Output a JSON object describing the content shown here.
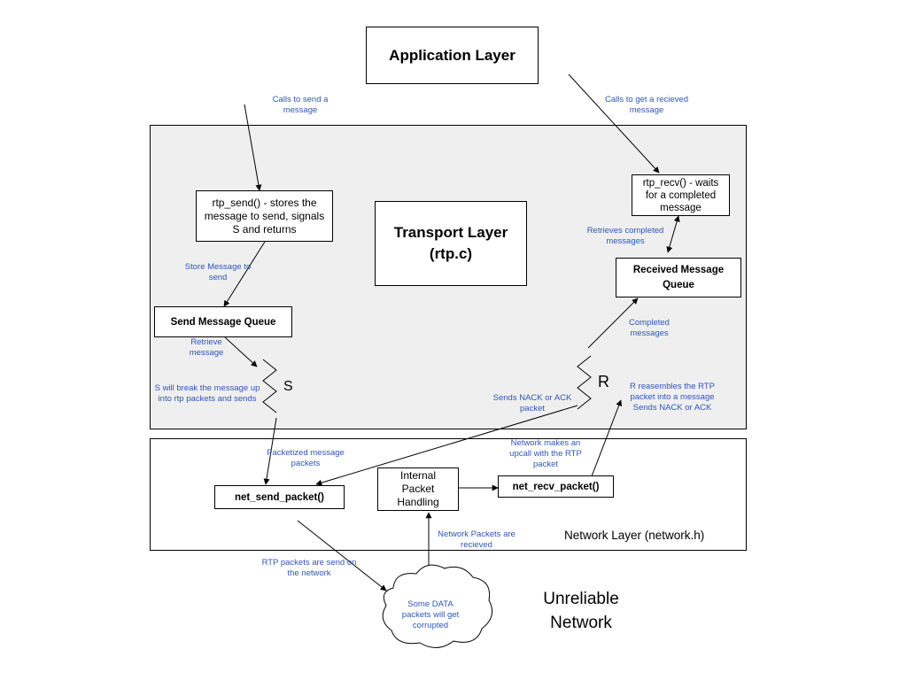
{
  "layers": {
    "application": "Application Layer",
    "transport": "Transport Layer",
    "transport_file": "(rtp.c)",
    "network": "Network Layer (network.h)",
    "unreliable": "Unreliable Network"
  },
  "boxes": {
    "rtp_send": "rtp_send() - stores the message to send, signals S and returns",
    "rtp_recv": "rtp_recv() - waits for a completed message",
    "send_queue": "Send Message Queue",
    "recv_queue": "Received Message Queue",
    "net_send": "net_send_packet()",
    "net_recv": "net_recv_packet()",
    "internal": "Internal Packet Handling",
    "cloud": "Some DATA packets will get corrupted"
  },
  "threads": {
    "s": "S",
    "r": "R"
  },
  "notes": {
    "calls_send": "Calls to send a message",
    "calls_get": "Calls to get a recieved message",
    "store_msg": "Store Message to send",
    "retrieves_completed": "Retrieves completed messages",
    "retrieve": "Retrieve message",
    "completed": "Completed messages",
    "s_break": "S will break the message up into rtp packets and sends",
    "sends_nack": "Sends NACK or ACK packet",
    "r_reassembles": "R reasembles the RTP packet into a message Sends NACK or ACK",
    "packetized": "Packetized message packets",
    "network_upcall": "Network makes an upcall with the RTP packet",
    "net_packets": "Network Packets are recieved",
    "rtp_sent": "RTP packets are send on the network"
  },
  "colors": {
    "note": "#2f55b8",
    "transport_bg": "#efefef"
  }
}
